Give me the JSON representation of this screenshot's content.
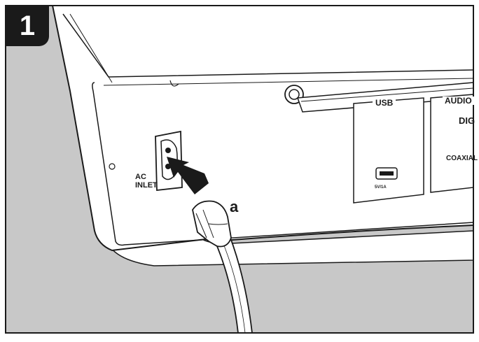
{
  "step": {
    "number": "1"
  },
  "labels": {
    "ac": "AC",
    "inlet": "INLET",
    "usb": "USB",
    "usb_rating": "5V/1A",
    "audio": "AUDIO",
    "digital": "DIG",
    "coaxial": "COAXIAL",
    "callout": "a"
  },
  "colors": {
    "background": "#c8c8c8",
    "panel": "#ffffff",
    "outline": "#1a1a1a"
  }
}
